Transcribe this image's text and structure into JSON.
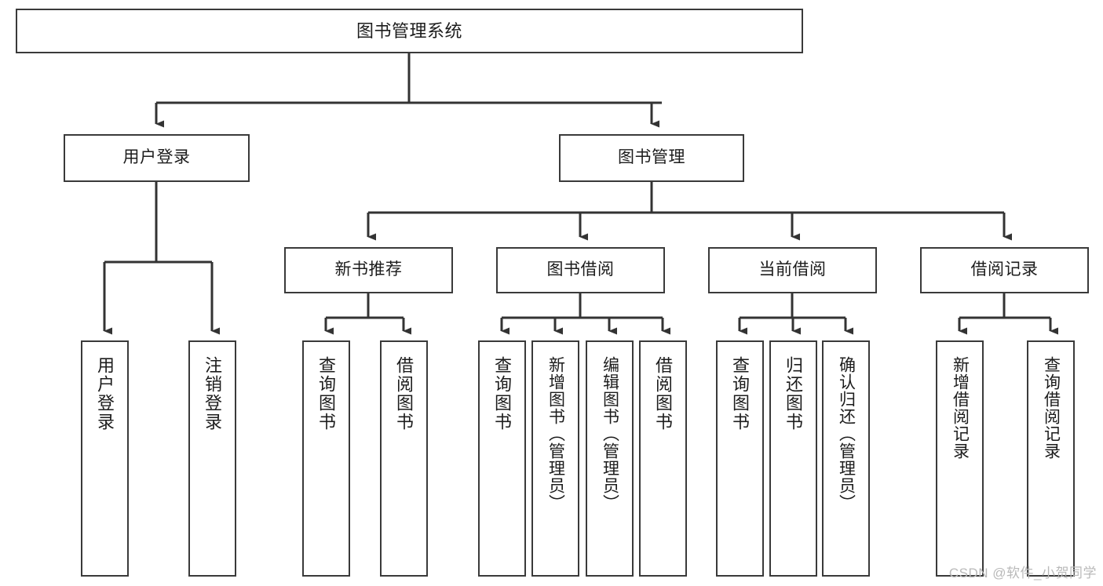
{
  "diagram": {
    "title": "图书管理系统",
    "type": "hierarchy-tree",
    "theme": {
      "background": "#ffffff",
      "box_border": "#3a3a3a",
      "box_fill": "#ffffff",
      "connector": "#333333",
      "text": "#1c1c1c",
      "watermark": "#b9b9b9"
    },
    "root": {
      "id": "root",
      "label": "图书管理系统"
    },
    "level2": [
      {
        "id": "user-login",
        "label": "用户登录"
      },
      {
        "id": "book-manage",
        "label": "图书管理"
      }
    ],
    "level3": [
      {
        "id": "new-book-recommend",
        "label": "新书推荐"
      },
      {
        "id": "book-borrow",
        "label": "图书借阅"
      },
      {
        "id": "current-borrow",
        "label": "当前借阅"
      },
      {
        "id": "borrow-record",
        "label": "借阅记录"
      }
    ],
    "leaves": {
      "user_login": [
        {
          "id": "leaf-user-login",
          "label": "用户登录"
        },
        {
          "id": "leaf-logout-login",
          "label": "注销登录"
        }
      ],
      "new_book_recommend": [
        {
          "id": "leaf-query-book-1",
          "label": "查询图书"
        },
        {
          "id": "leaf-borrow-book-1",
          "label": "借阅图书"
        }
      ],
      "book_borrow": [
        {
          "id": "leaf-query-book-2",
          "label": "查询图书"
        },
        {
          "id": "leaf-add-book",
          "label": "新增图书（管理员）"
        },
        {
          "id": "leaf-edit-book",
          "label": "编辑图书（管理员）"
        },
        {
          "id": "leaf-borrow-book-2",
          "label": "借阅图书"
        }
      ],
      "current_borrow": [
        {
          "id": "leaf-query-book-3",
          "label": "查询图书"
        },
        {
          "id": "leaf-return-book",
          "label": "归还图书"
        },
        {
          "id": "leaf-confirm-return",
          "label": "确认归还（管理员）"
        }
      ],
      "borrow_record": [
        {
          "id": "leaf-add-record",
          "label": "新增借阅记录"
        },
        {
          "id": "leaf-query-record",
          "label": "查询借阅记录"
        }
      ]
    }
  },
  "watermark": {
    "text": "CSDN @软件_小贺同学"
  }
}
